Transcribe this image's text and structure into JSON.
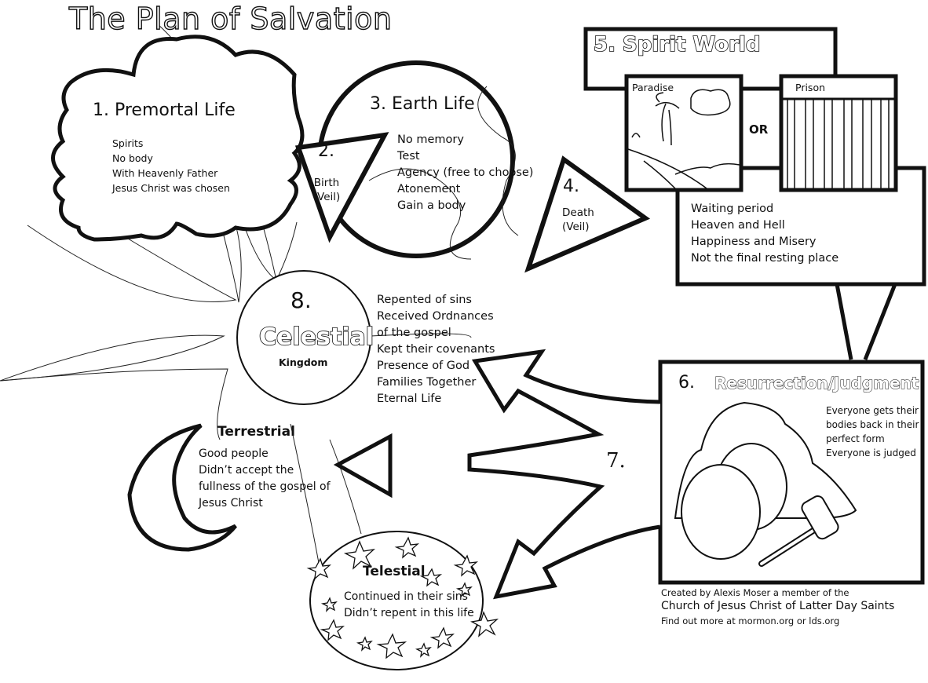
{
  "title": "The Plan of Salvation",
  "stages": {
    "premortal": {
      "heading": "1. Premortal Life",
      "items": [
        "Spirits",
        "No body",
        "With Heavenly Father",
        "Jesus Christ was chosen"
      ]
    },
    "birth": {
      "number": "2.",
      "label_line1": "Birth",
      "label_line2": "(Veil)"
    },
    "earth": {
      "heading": "3. Earth Life",
      "items": [
        "No memory",
        "Test",
        "Agency (free to choose)",
        "Atonement",
        "Gain a body"
      ]
    },
    "death": {
      "number": "4.",
      "label_line1": "Death",
      "label_line2": "(Veil)"
    },
    "spirit_world": {
      "heading": "5. Spirit World",
      "paradise_label": "Paradise",
      "or_label": "OR",
      "prison_label": "Prison",
      "items": [
        "Waiting period",
        "Heaven and Hell",
        "Happiness and Misery",
        "Not the final resting place"
      ]
    },
    "resurrection": {
      "heading_number": "6.",
      "heading": "Resurrection/Judgment",
      "items": [
        "Everyone gets their",
        "bodies back in their",
        "perfect form",
        "Everyone is judged"
      ]
    },
    "judgment_arrows": {
      "number": "7."
    },
    "celestial": {
      "number": "8.",
      "name": "Celestial",
      "subtitle": "Kingdom",
      "items": [
        "Repented of sins",
        "Received Ordnances",
        "of the gospel",
        "Kept their covenants",
        "Presence of God",
        "Families Together",
        "Eternal Life"
      ]
    },
    "terrestrial": {
      "name": "Terrestrial",
      "items": [
        "Good people",
        "Didn’t accept the",
        "fullness of the gospel of",
        "Jesus Christ"
      ]
    },
    "telestial": {
      "name": "Telestial",
      "items": [
        "Continued in their sins",
        "Didn’t repent in this life"
      ]
    }
  },
  "credits": {
    "line1": "Created by Alexis Moser a member of the",
    "line2": "Church of Jesus Christ of Latter Day Saints",
    "line3": "Find out more at mormon.org or lds.org"
  },
  "colors": {
    "ink": "#111111",
    "paper": "#ffffff"
  }
}
